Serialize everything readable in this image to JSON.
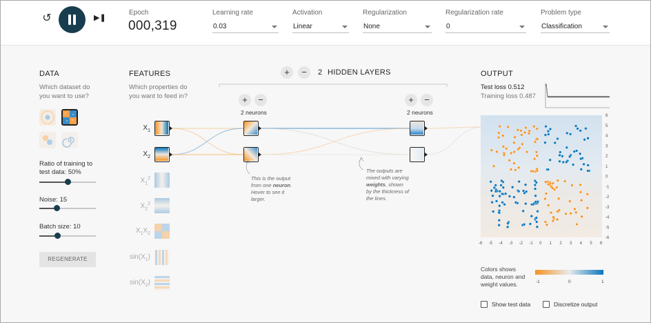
{
  "controls": {
    "reset_icon": "reset-icon",
    "play_icon": "pause-icon",
    "step_icon": "step-icon",
    "epoch_label": "Epoch",
    "epoch_value": "000,319"
  },
  "selects": [
    {
      "label": "Learning rate",
      "value": "0.03"
    },
    {
      "label": "Activation",
      "value": "Linear"
    },
    {
      "label": "Regularization",
      "value": "None"
    },
    {
      "label": "Regularization rate",
      "value": "0"
    },
    {
      "label": "Problem type",
      "value": "Classification"
    }
  ],
  "data_panel": {
    "title": "DATA",
    "subtitle_1": "Which dataset do",
    "subtitle_2": "you want to use?",
    "ratio_label_1": "Ratio of training to",
    "ratio_label_2": "test data:  50%",
    "ratio_value": 50,
    "noise_label": "Noise:  15",
    "noise_value": 15,
    "batch_label": "Batch size:  10",
    "batch_value": 10,
    "regenerate": "REGENERATE"
  },
  "features_panel": {
    "title": "FEATURES",
    "subtitle_1": "Which properties do",
    "subtitle_2": "you want to feed in?",
    "items": [
      "X1",
      "X2",
      "X1²",
      "X2²",
      "X1X2",
      "sin(X1)",
      "sin(X2)"
    ]
  },
  "network": {
    "layers_count": "2",
    "layers_label": "HIDDEN LAYERS",
    "layer1_neurons": "2 neurons",
    "layer2_neurons": "2 neurons",
    "annotation1_l1": "This is the output",
    "annotation1_l2_pre": "from one ",
    "annotation1_l2_bold": "neuron",
    "annotation1_l2_post": ".",
    "annotation1_l3": "Hover to see it",
    "annotation1_l4": "larger.",
    "annotation2_l1": "The outputs are",
    "annotation2_l2": "mixed with varying",
    "annotation2_l3_bold": "weights",
    "annotation2_l3_post": ", shown",
    "annotation2_l4": "by the thickness of",
    "annotation2_l5": "the lines."
  },
  "output_panel": {
    "title": "OUTPUT",
    "test_loss": "Test loss 0.512",
    "training_loss": "Training loss 0.487",
    "axis_ticks": [
      "-6",
      "-5",
      "-4",
      "-3",
      "-2",
      "-1",
      "0",
      "1",
      "2",
      "3",
      "4",
      "5",
      "6"
    ],
    "legend_1": "Colors shows",
    "legend_2": "data, neuron and",
    "legend_3": "weight values.",
    "scale_labels": [
      "-1",
      "0",
      "1"
    ],
    "show_test_data": "Show test data",
    "discretize_output": "Discretize output"
  },
  "colors": {
    "orange": "#f59322",
    "blue": "#0877bd",
    "dark": "#183d4e"
  }
}
